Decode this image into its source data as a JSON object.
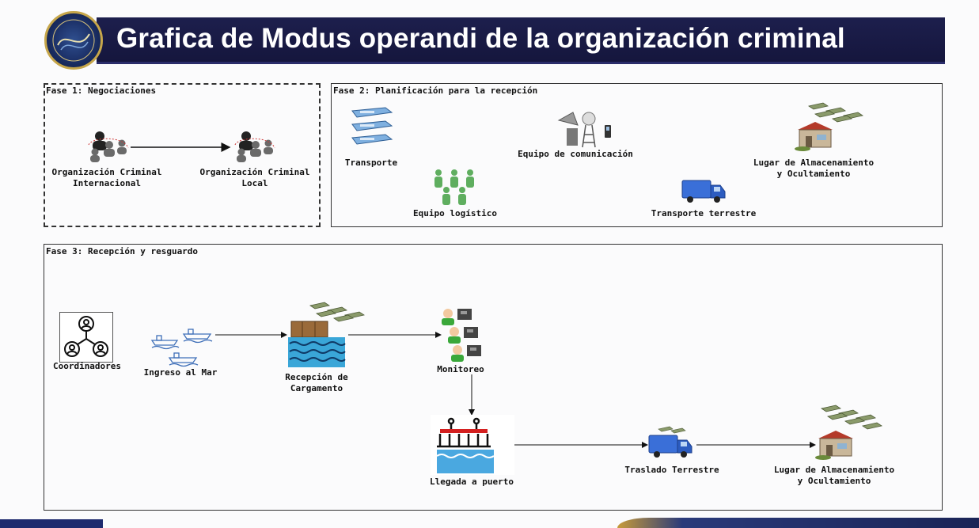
{
  "title": "Grafica de Modus operandi de la organización criminal",
  "logo": {
    "text": "...",
    "icon": "institution-seal-icon"
  },
  "phase1": {
    "title": "Fase 1: Negociaciones",
    "nodes": [
      {
        "label": "Organización Criminal\nInternacional",
        "icon": "criminal-group-icon"
      },
      {
        "label": "Organización Criminal\nLocal",
        "icon": "criminal-group-icon"
      }
    ]
  },
  "phase2": {
    "title": "Fase 2: Planificación para la recepción",
    "nodes": [
      {
        "label": "Transporte",
        "icon": "boats-icon"
      },
      {
        "label": "Equipo de comunicación",
        "icon": "communication-equipment-icon"
      },
      {
        "label": "Lugar de Almacenamiento\ny Ocultamiento",
        "icon": "warehouse-icon"
      },
      {
        "label": "Equipo logístico",
        "icon": "team-icon"
      },
      {
        "label": "Transporte terrestre",
        "icon": "truck-icon"
      }
    ]
  },
  "phase3": {
    "title": "Fase 3: Recepción y resguardo",
    "nodes": [
      {
        "label": "Coordinadores",
        "icon": "coordinators-icon"
      },
      {
        "label": "Ingreso al Mar",
        "icon": "ships-icon"
      },
      {
        "label": "Recepción de\nCargamento",
        "icon": "cargo-on-water-icon"
      },
      {
        "label": "Monitoreo",
        "icon": "radio-operators-icon"
      },
      {
        "label": "Llegada a puerto",
        "icon": "port-icon"
      },
      {
        "label": "Traslado Terrestre",
        "icon": "truck-icon"
      },
      {
        "label": "Lugar de Almacenamiento\ny Ocultamiento",
        "icon": "warehouse-icon"
      }
    ]
  }
}
